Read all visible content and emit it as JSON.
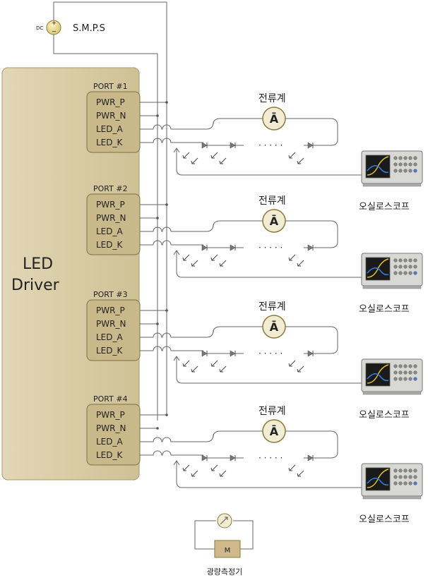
{
  "smps": {
    "dc_label": "DC",
    "plus": "+",
    "minus": "−",
    "label": "S.M.P.S"
  },
  "driver": {
    "line1": "LED",
    "line2": "Driver"
  },
  "ports": [
    {
      "title": "PORT #1",
      "pins": [
        "PWR_P",
        "PWR_N",
        "LED_A",
        "LED_K"
      ],
      "ammeter_label": "전류계",
      "ammeter_symbol": "Ā",
      "dots": "· · · · ·",
      "scope_label": "오실로스코프"
    },
    {
      "title": "PORT #2",
      "pins": [
        "PWR_P",
        "PWR_N",
        "LED_A",
        "LED_K"
      ],
      "ammeter_label": "전류계",
      "ammeter_symbol": "Ā",
      "dots": "· · · · ·",
      "scope_label": "오실로스코프"
    },
    {
      "title": "PORT #3",
      "pins": [
        "PWR_P",
        "PWR_N",
        "LED_A",
        "LED_K"
      ],
      "ammeter_label": "전류계",
      "ammeter_symbol": "Ā",
      "dots": "· · · · ·",
      "scope_label": "오실로스코프"
    },
    {
      "title": "PORT #4",
      "pins": [
        "PWR_P",
        "PWR_N",
        "LED_A",
        "LED_K"
      ],
      "ammeter_label": "전류계",
      "ammeter_symbol": "Ā",
      "dots": "· · · · ·",
      "scope_label": "오실로스코프"
    }
  ],
  "photometer": {
    "meter_letter": "M",
    "label": "광량측정기"
  },
  "icons": {
    "ammeter": "ammeter-icon",
    "oscilloscope": "oscilloscope-icon",
    "led": "led-diode-icon",
    "photo_sensor": "photo-sensor-icon",
    "dc_source": "dc-source-icon"
  },
  "colors": {
    "driver_fill": "#d6c9a3",
    "port_fill": "#c9b98a",
    "wire": "#666666",
    "smps_fill": "#e8d88a"
  }
}
